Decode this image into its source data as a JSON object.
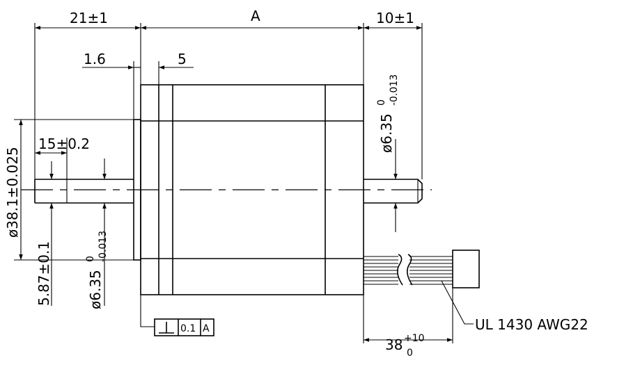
{
  "dimensions": {
    "front_length": "21±1",
    "body_length": "A",
    "rear_shaft": "10±1",
    "flange_thickness": "1.6",
    "boss_depth": "5",
    "flat_length": "15±0.2",
    "boss_diameter": "ø38.1±0.025",
    "flat_depth": "5.87±0.1",
    "front_shaft_dia": "ø6.35",
    "front_shaft_tol_upper": "0",
    "front_shaft_tol_lower": "-0.013",
    "rear_shaft_dia": "ø6.35",
    "rear_shaft_tol_upper": "0",
    "rear_shaft_tol_lower": "-0.013",
    "lead_length": "38",
    "lead_tol_upper": "+10",
    "lead_tol_lower": "0"
  },
  "tolerance_frame": {
    "symbol": "⊥",
    "value": "0.1",
    "datum": "A"
  },
  "wire_label": "UL 1430 AWG22"
}
